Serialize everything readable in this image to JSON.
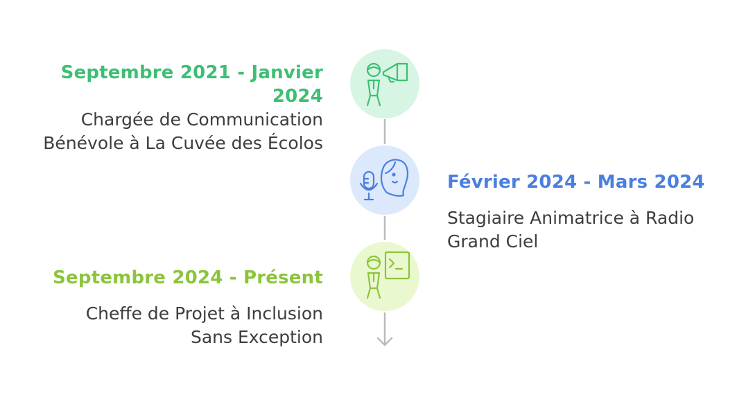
{
  "timeline": {
    "entries": [
      {
        "date": "Septembre 2021 - Janvier 2024",
        "description": "Chargée de Communication Bénévole à La Cuvée des Écolos",
        "side": "left",
        "date_color": "#3dbf73",
        "circle_color": "#d6f5e3",
        "icon_color": "#3dbf73",
        "icon": "person-megaphone-icon"
      },
      {
        "date": "Février 2024 - Mars 2024",
        "description": "Stagiaire Animatrice à Radio Grand Ciel",
        "side": "right",
        "date_color": "#4a7fe0",
        "circle_color": "#dce8fb",
        "icon_color": "#4a7fe0",
        "icon": "woman-microphone-icon"
      },
      {
        "date": "Septembre 2024 - Présent",
        "description": "Cheffe de Projet à Inclusion Sans Exception",
        "side": "left",
        "date_color": "#8cc43a",
        "circle_color": "#eaf8cf",
        "icon_color": "#8cc43a",
        "icon": "person-terminal-icon"
      }
    ],
    "connector_color": "#bbbbbb"
  }
}
